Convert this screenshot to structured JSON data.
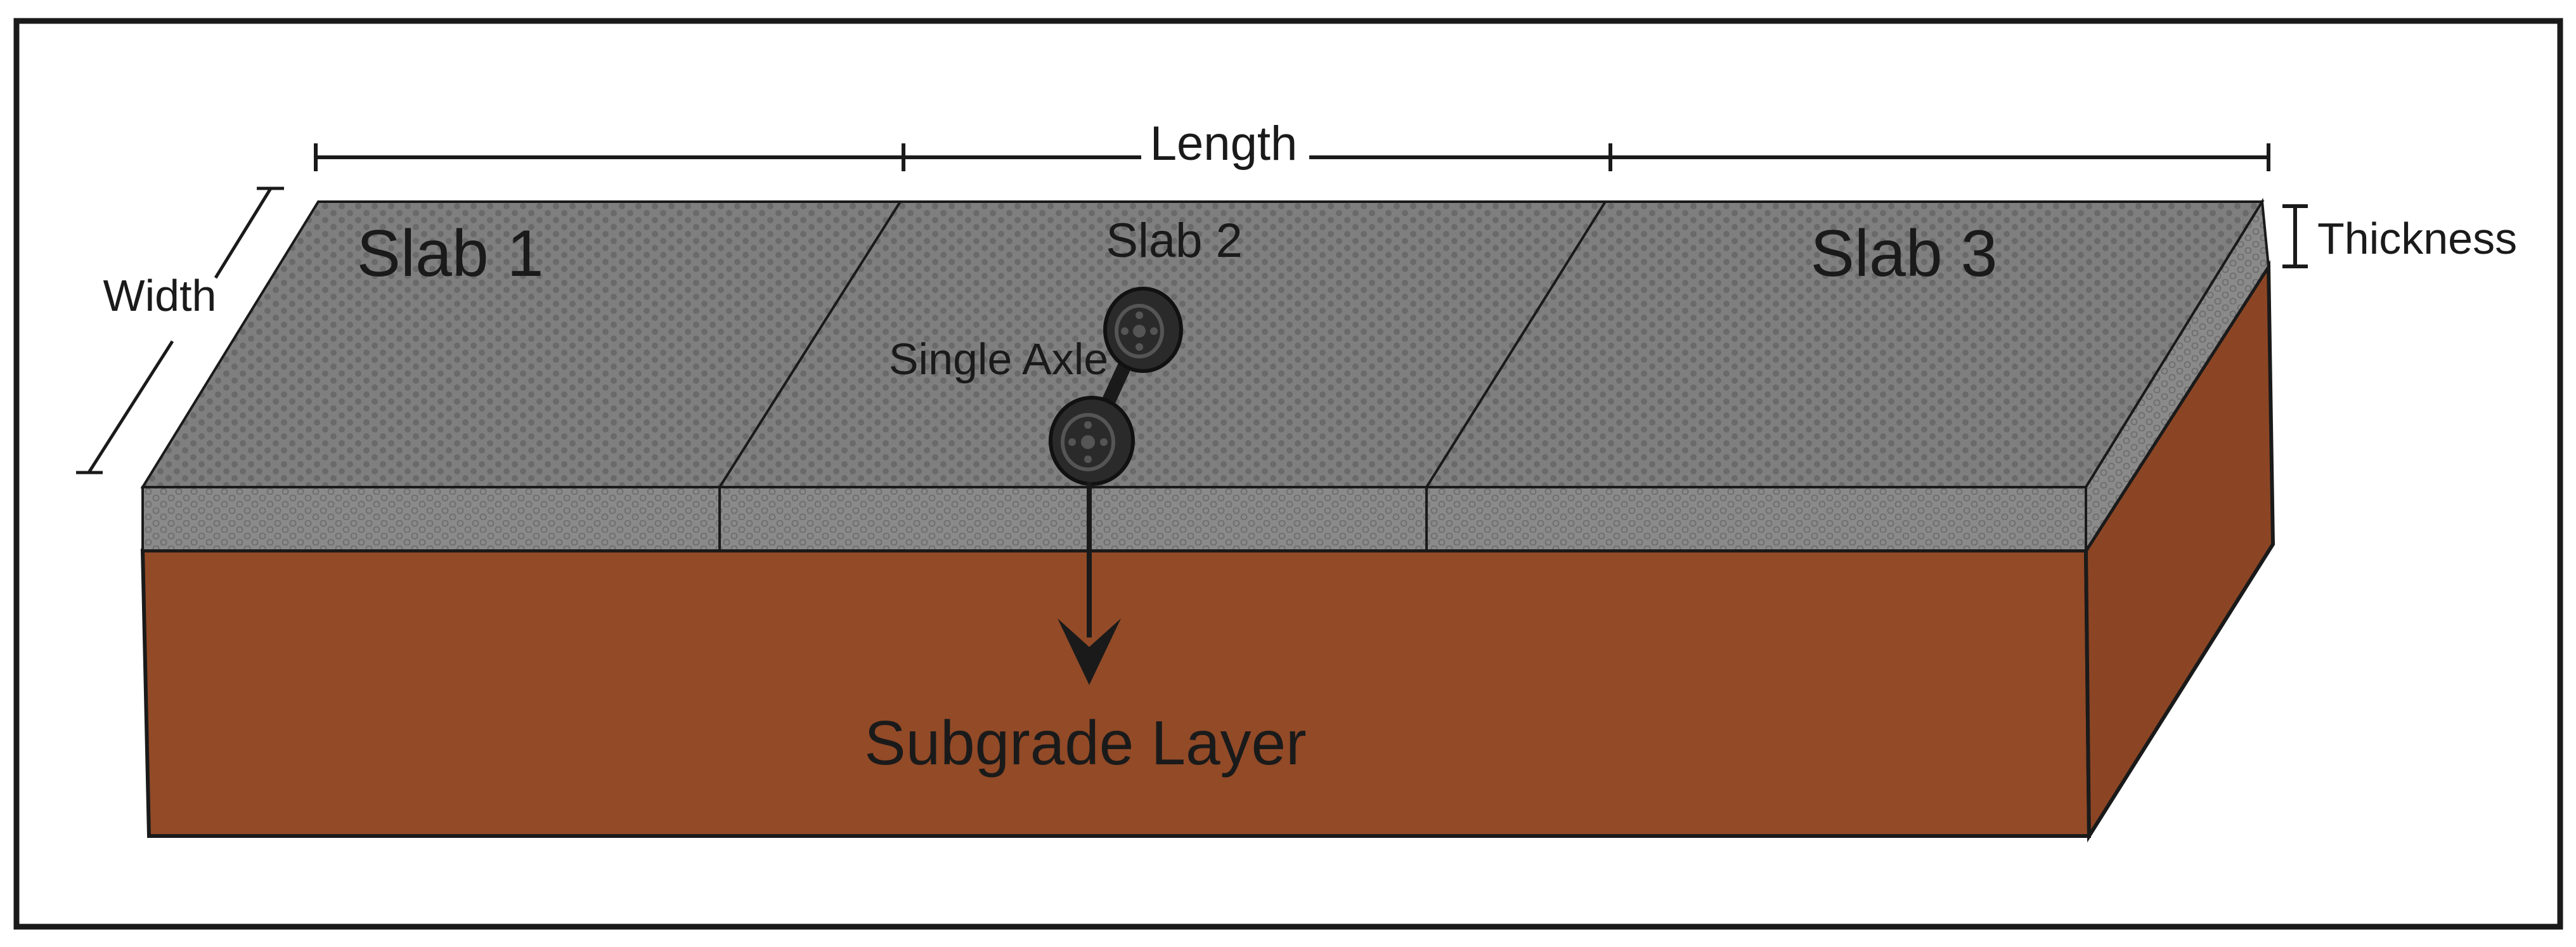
{
  "labels": {
    "length": "Length",
    "width": "Width",
    "thickness": "Thickness",
    "slab1": "Slab 1",
    "slab2": "Slab 2",
    "slab3": "Slab 3",
    "single_axle": "Single Axle",
    "subgrade": "Subgrade Layer"
  },
  "colors": {
    "slab_top": "#7f7f7f",
    "slab_side": "#8a8a8a",
    "slab_dots": "#6a6a6a",
    "subgrade_front": "#924a27",
    "subgrade_side": "#8c4524",
    "outline": "#1a1a1a",
    "frame": "#1a1a1a"
  }
}
